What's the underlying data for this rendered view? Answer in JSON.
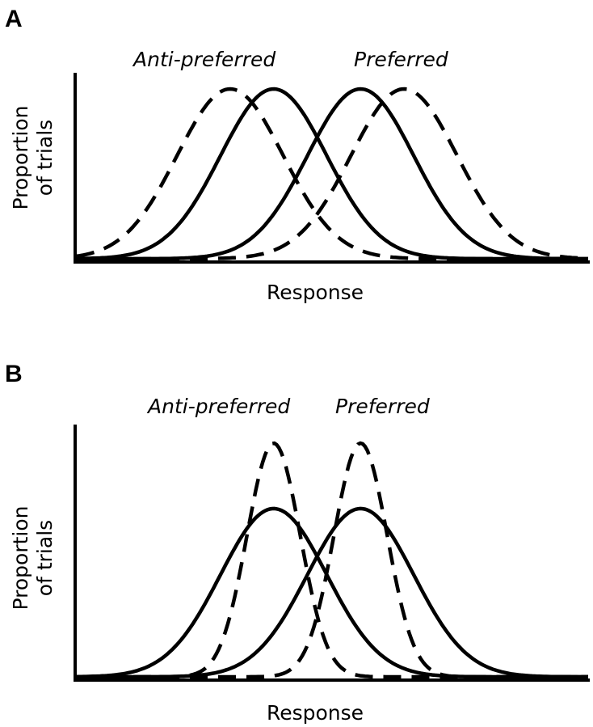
{
  "panels": [
    {
      "letter": "A",
      "anti_label": "Anti-preferred",
      "pref_label": "Preferred",
      "ylabel_line1": "Proportion",
      "ylabel_line2": "of trials",
      "xlabel": "Response",
      "curves": [
        {
          "style": "dashed",
          "mu": 0.3,
          "sigma": 0.104,
          "amp": 1.0
        },
        {
          "style": "solid",
          "mu": 0.385,
          "sigma": 0.104,
          "amp": 1.0
        },
        {
          "style": "solid",
          "mu": 0.555,
          "sigma": 0.104,
          "amp": 1.0
        },
        {
          "style": "dashed",
          "mu": 0.64,
          "sigma": 0.104,
          "amp": 1.0
        }
      ]
    },
    {
      "letter": "B",
      "anti_label": "Anti-preferred",
      "pref_label": "Preferred",
      "ylabel_line1": "Proportion",
      "ylabel_line2": "of trials",
      "xlabel": "Response",
      "curves": [
        {
          "style": "solid",
          "mu": 0.385,
          "sigma": 0.104,
          "amp": 0.72
        },
        {
          "style": "dashed",
          "mu": 0.385,
          "sigma": 0.052,
          "amp": 1.0
        },
        {
          "style": "solid",
          "mu": 0.555,
          "sigma": 0.104,
          "amp": 0.72
        },
        {
          "style": "dashed",
          "mu": 0.555,
          "sigma": 0.052,
          "amp": 1.0
        }
      ]
    }
  ]
}
